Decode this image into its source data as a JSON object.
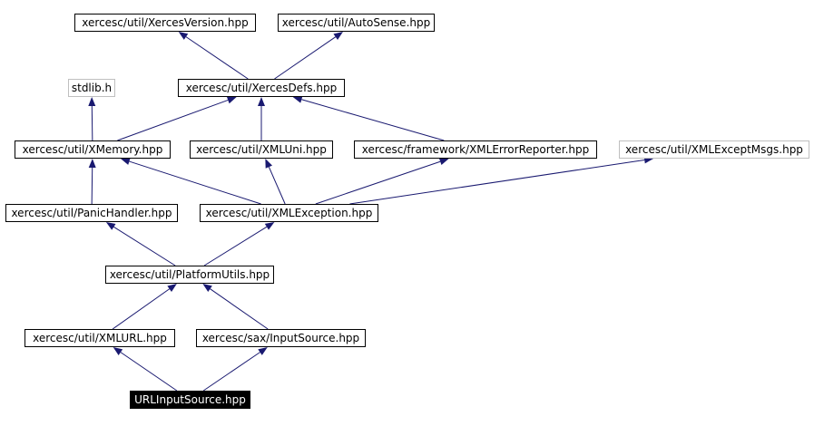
{
  "diagram": {
    "nodes": [
      {
        "id": "xercesversion",
        "label": "xercesc/util/XercesVersion.hpp",
        "style": "normal"
      },
      {
        "id": "autosense",
        "label": "xercesc/util/AutoSense.hpp",
        "style": "normal"
      },
      {
        "id": "stdlib",
        "label": "stdlib.h",
        "style": "external"
      },
      {
        "id": "xercesdefs",
        "label": "xercesc/util/XercesDefs.hpp",
        "style": "normal"
      },
      {
        "id": "xmemory",
        "label": "xercesc/util/XMemory.hpp",
        "style": "normal"
      },
      {
        "id": "xmluni",
        "label": "xercesc/util/XMLUni.hpp",
        "style": "normal"
      },
      {
        "id": "xmlerrorreporter",
        "label": "xercesc/framework/XMLErrorReporter.hpp",
        "style": "normal"
      },
      {
        "id": "xmlexceptmsgs",
        "label": "xercesc/util/XMLExceptMsgs.hpp",
        "style": "external"
      },
      {
        "id": "panichandler",
        "label": "xercesc/util/PanicHandler.hpp",
        "style": "normal"
      },
      {
        "id": "xmlexception",
        "label": "xercesc/util/XMLException.hpp",
        "style": "normal"
      },
      {
        "id": "platformutils",
        "label": "xercesc/util/PlatformUtils.hpp",
        "style": "normal"
      },
      {
        "id": "xmlurl",
        "label": "xercesc/util/XMLURL.hpp",
        "style": "normal"
      },
      {
        "id": "inputsource",
        "label": "xercesc/sax/InputSource.hpp",
        "style": "normal"
      },
      {
        "id": "urlinputsource",
        "label": "URLInputSource.hpp",
        "style": "current"
      }
    ],
    "edges": [
      {
        "from": "xercesdefs",
        "to": "xercesversion"
      },
      {
        "from": "xercesdefs",
        "to": "autosense"
      },
      {
        "from": "xmemory",
        "to": "stdlib"
      },
      {
        "from": "xmemory",
        "to": "xercesdefs"
      },
      {
        "from": "xmluni",
        "to": "xercesdefs"
      },
      {
        "from": "xmlerrorreporter",
        "to": "xercesdefs"
      },
      {
        "from": "panichandler",
        "to": "xmemory"
      },
      {
        "from": "xmlexception",
        "to": "xmemory"
      },
      {
        "from": "xmlexception",
        "to": "xmluni"
      },
      {
        "from": "xmlexception",
        "to": "xmlerrorreporter"
      },
      {
        "from": "xmlexception",
        "to": "xmlexceptmsgs"
      },
      {
        "from": "platformutils",
        "to": "panichandler"
      },
      {
        "from": "platformutils",
        "to": "xmlexception"
      },
      {
        "from": "xmlurl",
        "to": "platformutils"
      },
      {
        "from": "inputsource",
        "to": "platformutils"
      },
      {
        "from": "urlinputsource",
        "to": "xmlurl"
      },
      {
        "from": "urlinputsource",
        "to": "inputsource"
      }
    ],
    "colors": {
      "edge": "#191970",
      "node_border": "#000000",
      "external_border": "#bfbfbf",
      "current_fill": "#000000",
      "current_text": "#ffffff"
    }
  }
}
